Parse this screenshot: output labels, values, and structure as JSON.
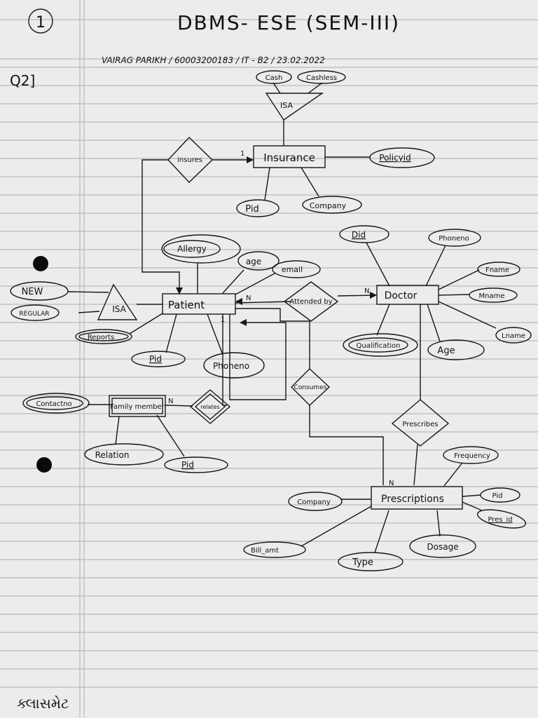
{
  "header": {
    "page_number": "1",
    "title": "DBMS- ESE (SEM-III)",
    "student_line": "VAIRAG PARIKH / 60003200183 / IT - B2 / 23.02.2022",
    "question_label": "Q2]"
  },
  "footer": {
    "brand": "ક્લાસમેટ"
  },
  "colors": {
    "ink": "#161616",
    "paper": "#ecedeb",
    "rule": "#a9adb3",
    "hole": "#0a0a0a"
  },
  "diagram": {
    "entities": {
      "insurance": "Insurance",
      "patient": "Patient",
      "doctor": "Doctor",
      "family_member": "Family member",
      "prescriptions": "Prescriptions"
    },
    "relationships": {
      "insures": "insures",
      "attended_by": "Attended by",
      "consumes": "Consumes",
      "prescribes": "Prescribes",
      "relates": "relates"
    },
    "isa": {
      "insurance_isa": "ISA",
      "patient_isa": "ISA"
    },
    "attributes": {
      "cash": "Cash",
      "cashless": "Cashless",
      "policyid": "Policyid",
      "ins_pid": "Pid",
      "ins_company": "Company",
      "allergy": "Allergy",
      "age": "age",
      "email": "email",
      "new": "NEW",
      "regular": "REGULAR",
      "reports": "Reports",
      "patient_pid": "Pid",
      "patient_phoneno": "Phoneno",
      "did": "Did",
      "doctor_phoneno": "Phoneno",
      "fname": "Fname",
      "mname": "Mname",
      "lname": "Lname",
      "qualification": "Qualification",
      "doctor_age": "Age",
      "contactno": "Contactno",
      "relation": "Relation",
      "fm_pid": "Pid",
      "frequency": "Frequency",
      "pres_pid": "Pid",
      "pres_id": "Pres_id",
      "pres_company": "Company",
      "bill_amt": "Bill_amt",
      "type": "Type",
      "dosage": "Dosage"
    },
    "cardinality": {
      "insures_one": "1",
      "patient_attended": "N",
      "doctor_attended": "N",
      "patient_relates": "1",
      "family_relates": "N",
      "prescriptions_n": "N"
    }
  }
}
